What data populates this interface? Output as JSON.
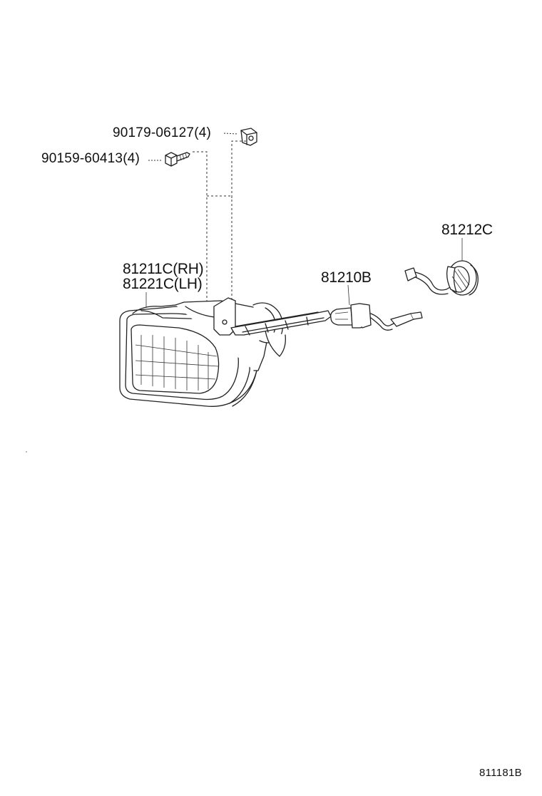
{
  "diagram": {
    "parts": {
      "nut": {
        "label": "90179-06127(4)"
      },
      "screw": {
        "label": "90159-60413(4)"
      },
      "fog_lamp_rh": {
        "label": "81211C(RH)"
      },
      "fog_lamp_lh": {
        "label": "81221C(LH)"
      },
      "bulb": {
        "label": "81210B"
      },
      "socket_cord": {
        "label": "81212C"
      }
    },
    "figure_code": "811181B"
  }
}
